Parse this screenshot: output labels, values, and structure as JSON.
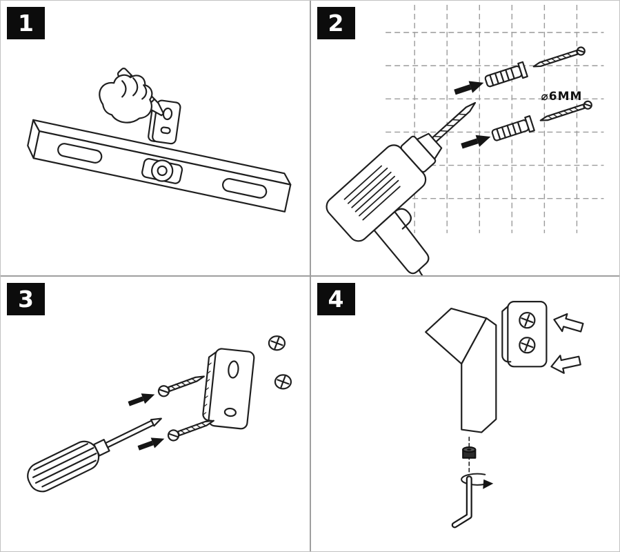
{
  "colors": {
    "line": "#1f1f1f",
    "badge_bg": "#0c0c0c",
    "grid_dash": "#9a9a9a"
  },
  "instructions": {
    "steps": [
      {
        "number": "1",
        "illustration": "pencil-marking-bracket-with-spirit-level"
      },
      {
        "number": "2",
        "illustration": "drill-and-wall-anchors",
        "diameter_label": "⌀6MM"
      },
      {
        "number": "3",
        "illustration": "screwdriver-fastening-bracket"
      },
      {
        "number": "4",
        "illustration": "hook-slide-on-and-hex-key-lock"
      }
    ]
  }
}
